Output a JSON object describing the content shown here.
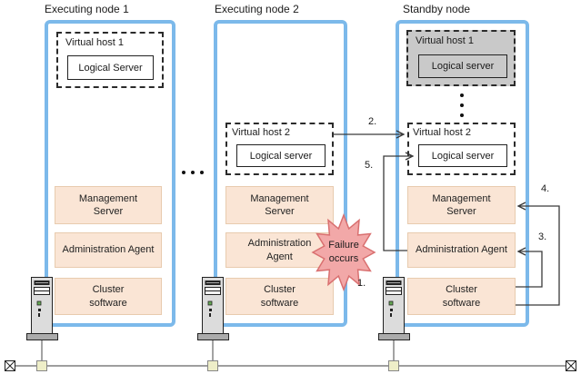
{
  "diagram": {
    "nodes": [
      {
        "title": "Executing node 1",
        "virtual_host": {
          "label": "Virtual host 1",
          "logical_server": "Logical Server"
        },
        "components": [
          "Management\nServer",
          "Administration Agent",
          "Cluster\nsoftware"
        ]
      },
      {
        "title": "Executing node 2",
        "virtual_host": {
          "label": "Virtual host 2",
          "logical_server": "Logical server"
        },
        "components": [
          "Management\nServer",
          "Administration\nAgent",
          "Cluster\nsoftware"
        ]
      },
      {
        "title": "Standby node",
        "virtual_host_1": {
          "label": "Virtual host 1",
          "logical_server": "Logical server"
        },
        "virtual_host_2": {
          "label": "Virtual host 2",
          "logical_server": "Logical server"
        },
        "components": [
          "Management\nServer",
          "Administration Agent",
          "Cluster\nsoftware"
        ]
      }
    ],
    "failure": {
      "label": "Failure\noccurs"
    },
    "steps": {
      "s1": "1.",
      "s2": "2.",
      "s3": "3.",
      "s4": "4.",
      "s5": "5."
    },
    "icons": {
      "computer": "server-tower",
      "network_terminator": "boxed-x",
      "network_connector": "lan-connector-square",
      "failure": "starburst"
    },
    "colors": {
      "node_border": "#7CB9EA",
      "component_fill": "#FAE5D5",
      "component_border": "#E8CBAE",
      "failure_fill": "#F2A8A8",
      "failure_stroke": "#D97070",
      "inactive_gray": "#C9C9C9",
      "connector_fill": "#EEEEC8",
      "network_line": "#7F7F7F"
    }
  }
}
